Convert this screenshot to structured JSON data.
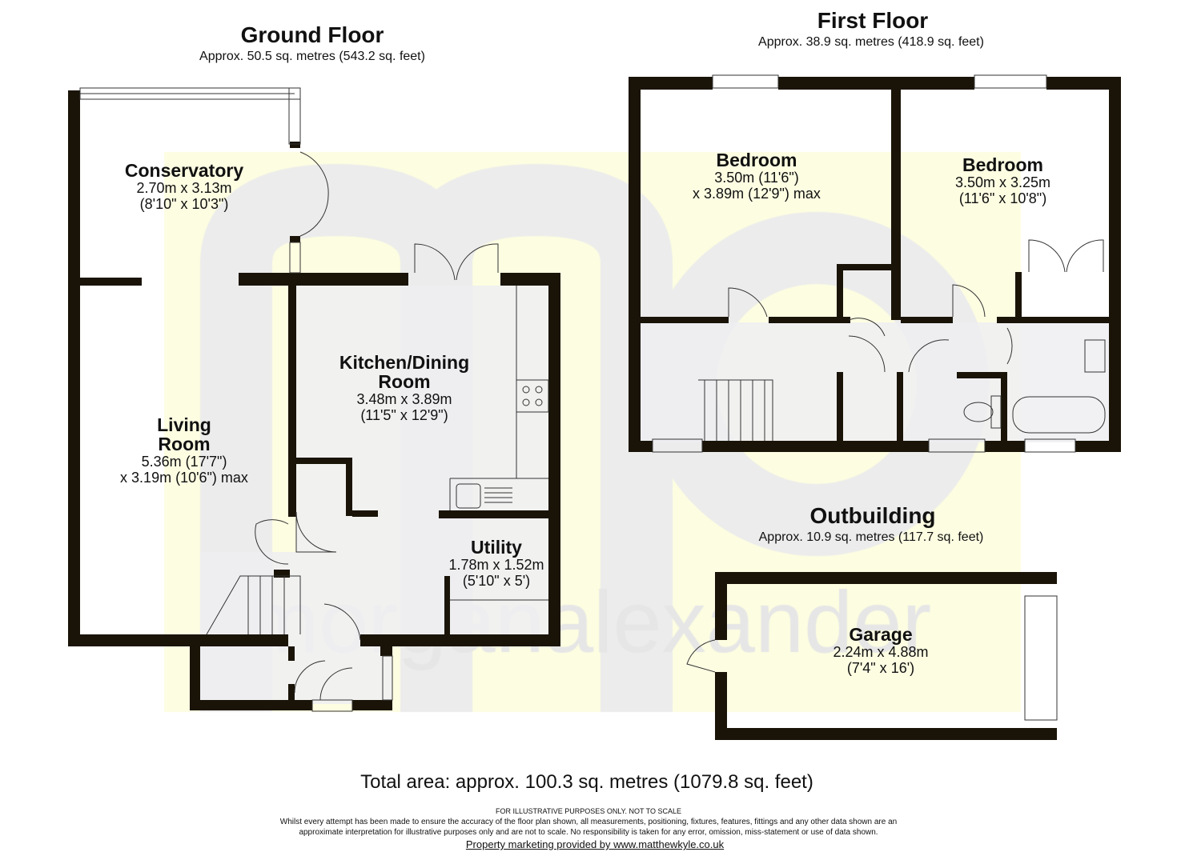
{
  "floors": {
    "ground": {
      "title": "Ground Floor",
      "area": "Approx. 50.5 sq. metres (543.2 sq. feet)"
    },
    "first": {
      "title": "First Floor",
      "area": "Approx. 38.9 sq. metres (418.9 sq. feet)"
    },
    "outbuilding": {
      "title": "Outbuilding",
      "area": "Approx. 10.9 sq. metres (117.7 sq. feet)"
    }
  },
  "rooms": {
    "conservatory": {
      "name": "Conservatory",
      "dim1": "2.70m x 3.13m",
      "dim2": "(8'10\" x 10'3\")"
    },
    "living": {
      "name1": "Living",
      "name2": "Room",
      "dim1": "5.36m (17'7\")",
      "dim2": "x 3.19m (10'6\") max"
    },
    "kitchen": {
      "name1": "Kitchen/Dining",
      "name2": "Room",
      "dim1": "3.48m x 3.89m",
      "dim2": "(11'5\" x 12'9\")"
    },
    "utility": {
      "name": "Utility",
      "dim1": "1.78m x 1.52m",
      "dim2": "(5'10\" x 5')"
    },
    "bedroom1": {
      "name": "Bedroom",
      "dim1": "3.50m (11'6\")",
      "dim2": "x 3.89m (12'9\") max"
    },
    "bedroom2": {
      "name": "Bedroom",
      "dim1": "3.50m x 3.25m",
      "dim2": "(11'6\" x 10'8\")"
    },
    "garage": {
      "name": "Garage",
      "dim1": "2.24m x 4.88m",
      "dim2": "(7'4\" x 16')"
    }
  },
  "total_area": "Total area: approx. 100.3 sq. metres (1079.8 sq. feet)",
  "disclaimer": {
    "line1": "FOR ILLUSTRATIVE PURPOSES ONLY. NOT TO SCALE",
    "line2": "Whilst every attempt has been made to ensure the accuracy of the floor plan shown, all measurements, positioning, fixtures, features, fittings and any other data shown are an",
    "line3": "approximate interpretation for illustrative purposes only and are not to scale. No responsibility is taken for any error, omission, miss-statement or use of data shown.",
    "credit": "Property marketing provided by www.matthewkyle.co.uk"
  },
  "watermark": "morganalexander",
  "colors": {
    "wall": "#1a1408",
    "floor": "#efeff2",
    "watermark_bg": "#fdfde2"
  }
}
